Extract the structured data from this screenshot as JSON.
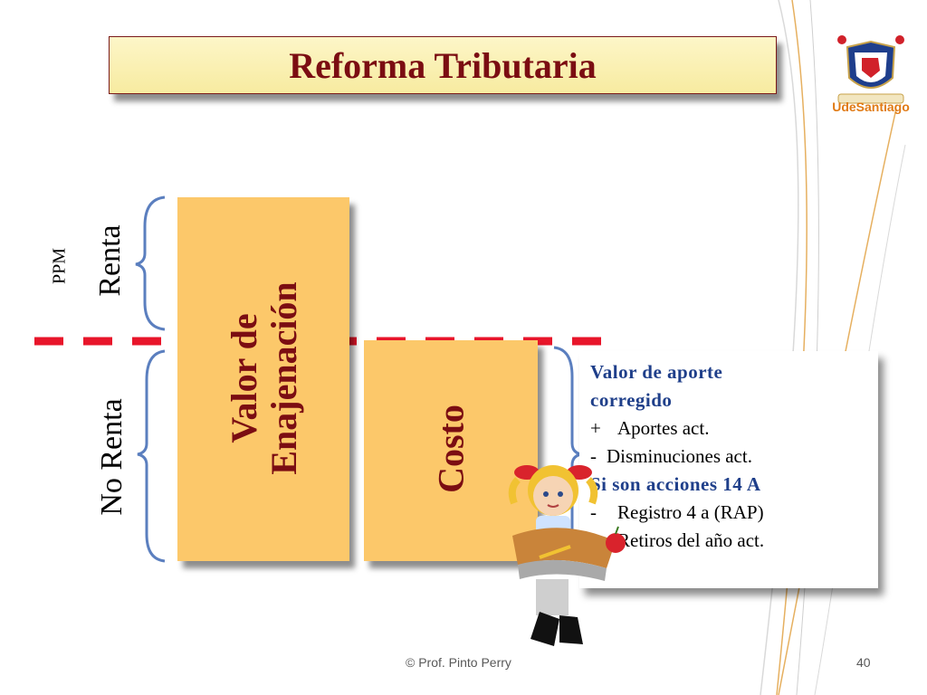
{
  "title": "Reforma Tributaria",
  "logo": {
    "name": "UdeSantiago"
  },
  "side_labels": {
    "ppm": "PPM",
    "renta": "Renta",
    "no_renta": "No Renta"
  },
  "bars": {
    "valor_line1": "Valor de",
    "valor_line2": "Enajenación",
    "costo": "Costo"
  },
  "info": {
    "heading1": "Valor de aporte",
    "heading2": "corregido",
    "items": [
      {
        "sym": "+",
        "text": "Aportes act."
      },
      {
        "sym": "-",
        "text": "Disminuciones act."
      }
    ],
    "subheading": "Si son acciones 14 A",
    "items2": [
      {
        "sym": "-",
        "text": "Registro 4 a (RAP)"
      },
      {
        "sym": "-",
        "text": "Retiros del año act."
      }
    ]
  },
  "footer": {
    "credit": "© Prof. Pinto Perry",
    "page": "40"
  },
  "colors": {
    "title_red": "#7b0d12",
    "bar_fill": "#fcc86a",
    "dash_red": "#e8152a",
    "brace_blue": "#5b7fbf",
    "heading_blue": "#1f3f8a",
    "accent_orange": "#e07a14"
  }
}
